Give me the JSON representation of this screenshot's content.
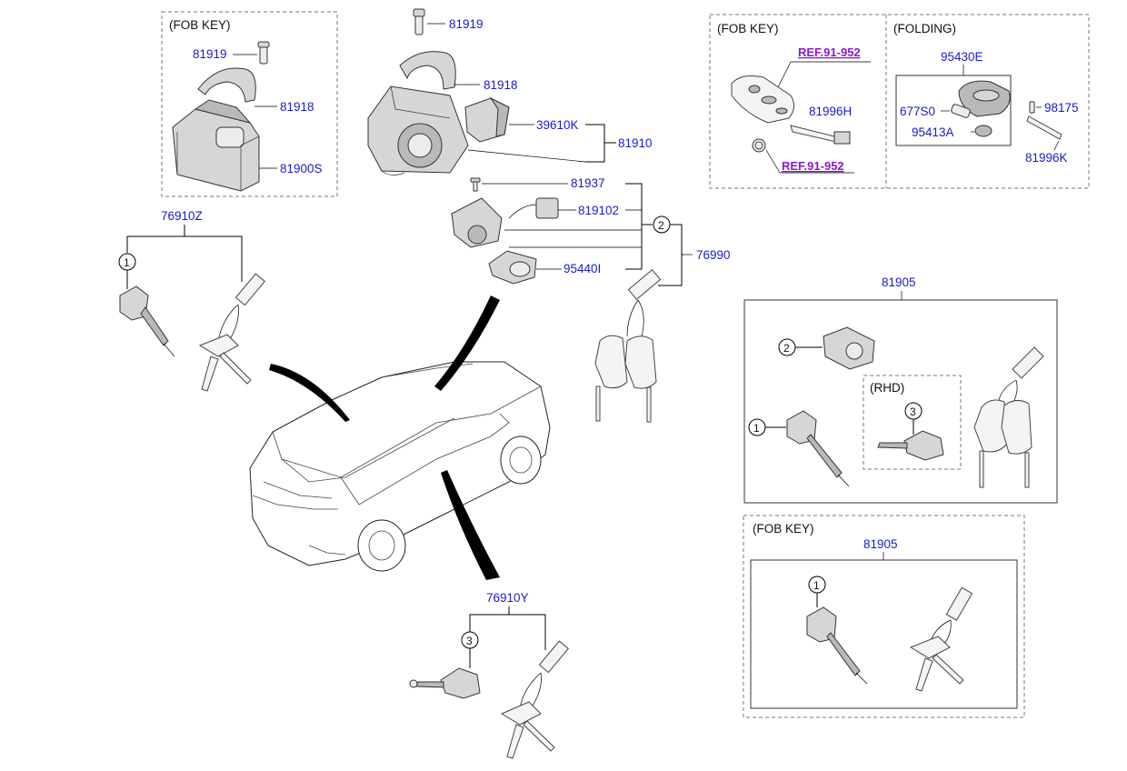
{
  "headers": {
    "fob_key_top_left": "(FOB KEY)",
    "fob_key_top_right": "(FOB KEY)",
    "folding": "(FOLDING)",
    "rhd": "(RHD)",
    "fob_key_bottom": "(FOB KEY)"
  },
  "parts": {
    "p81919_a": "81919",
    "p81918_a": "81918",
    "p81900S": "81900S",
    "p81919_b": "81919",
    "p81918_b": "81918",
    "p39610K": "39610K",
    "p81910": "81910",
    "p81937": "81937",
    "p819102": "819102",
    "p95440I": "95440I",
    "p76990": "76990",
    "p76910Z": "76910Z",
    "p76910Y": "76910Y",
    "p95430E": "95430E",
    "p677S0": "677S0",
    "p98175": "98175",
    "p95413A": "95413A",
    "p81996K": "81996K",
    "p81996H": "81996H",
    "p81905_a": "81905",
    "p81905_b": "81905"
  },
  "refs": {
    "ref_a": "REF.91-952",
    "ref_b": "REF.91-952"
  },
  "callouts": {
    "c1_left": "1",
    "c2_mid": "2",
    "c3_bottom": "3",
    "c2_right": "2",
    "c3_right": "3",
    "c1_right": "1",
    "c1_bottom": "1"
  }
}
